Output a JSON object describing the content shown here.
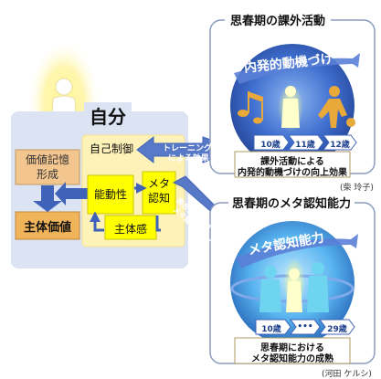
{
  "self": {
    "title": "自分",
    "self_control": "自己制御",
    "value_memory_l1": "価値記憶",
    "value_memory_l2": "形成",
    "core_value": "主体価値",
    "agency": "能動性",
    "meta_l1": "メタ",
    "meta_l2": "認知",
    "sense_of_agency": "主体感"
  },
  "arrows": {
    "training_l1": "トレーニング",
    "training_l2": "による効果",
    "adaptive_l1": "適合性に基づく",
    "adaptive_l2": "メタ認知スケール"
  },
  "extracurricular": {
    "title": "思春期の課外活動",
    "banner": "内発的動機づけ",
    "ages": [
      "10歳",
      "11歳",
      "12歳"
    ],
    "caption_l1": "課外活動による",
    "caption_l2": "内発的動機づけの向上効果",
    "credit": "(柴 玲子)"
  },
  "metacognition": {
    "title": "思春期のメタ認知能力",
    "banner": "メタ認知能力",
    "ages": [
      "10歳",
      "•••",
      "29歳"
    ],
    "caption_l1": "思春期における",
    "caption_l2": "メタ認知能力の成熟",
    "credit": "(河田 ケルシ)"
  },
  "colors": {
    "self_panel": "#dce3f3",
    "box_yellow": "#ffff00",
    "box_tan": "#f3c68f",
    "arrow_blue": "#3f63b8",
    "circle_blue": "#3c6fd0"
  }
}
